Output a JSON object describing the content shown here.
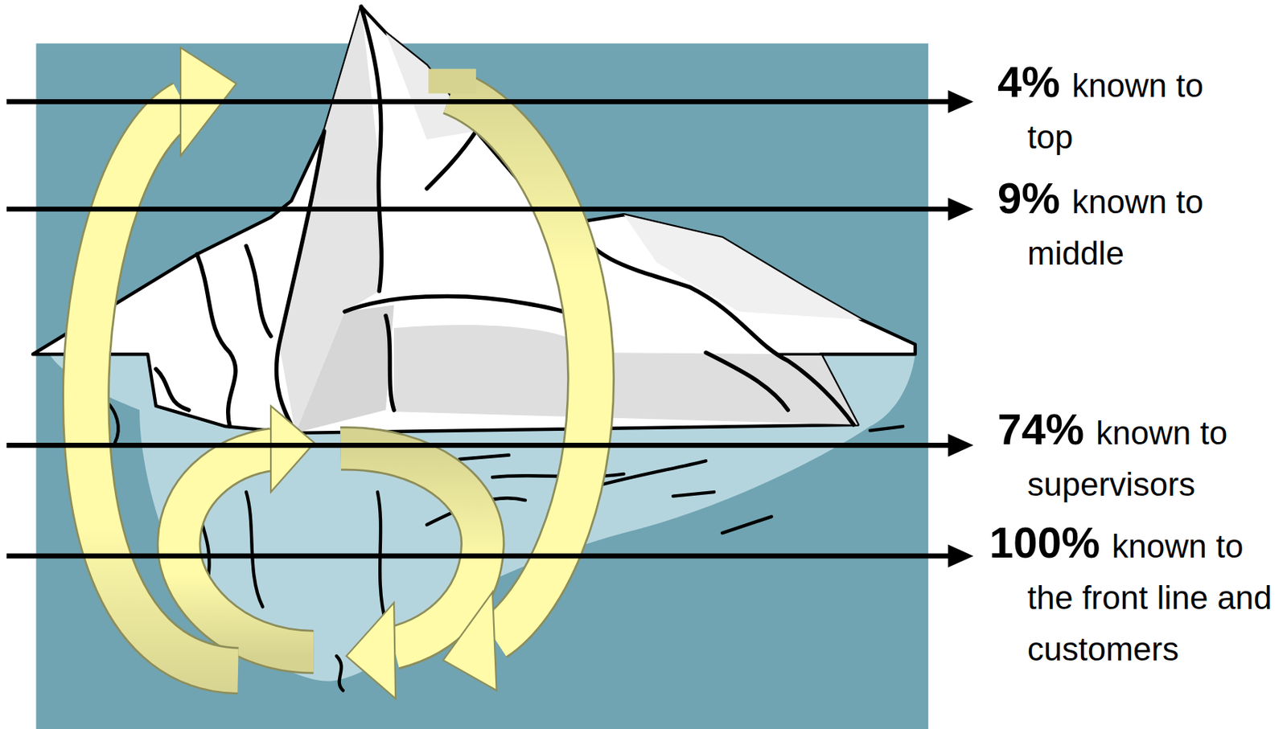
{
  "diagram": {
    "labels": [
      "4%",
      "known to top",
      "9%",
      "known to middle",
      "74%",
      "known to supervisors",
      "100%",
      "known to the front line and customers"
    ]
  }
}
